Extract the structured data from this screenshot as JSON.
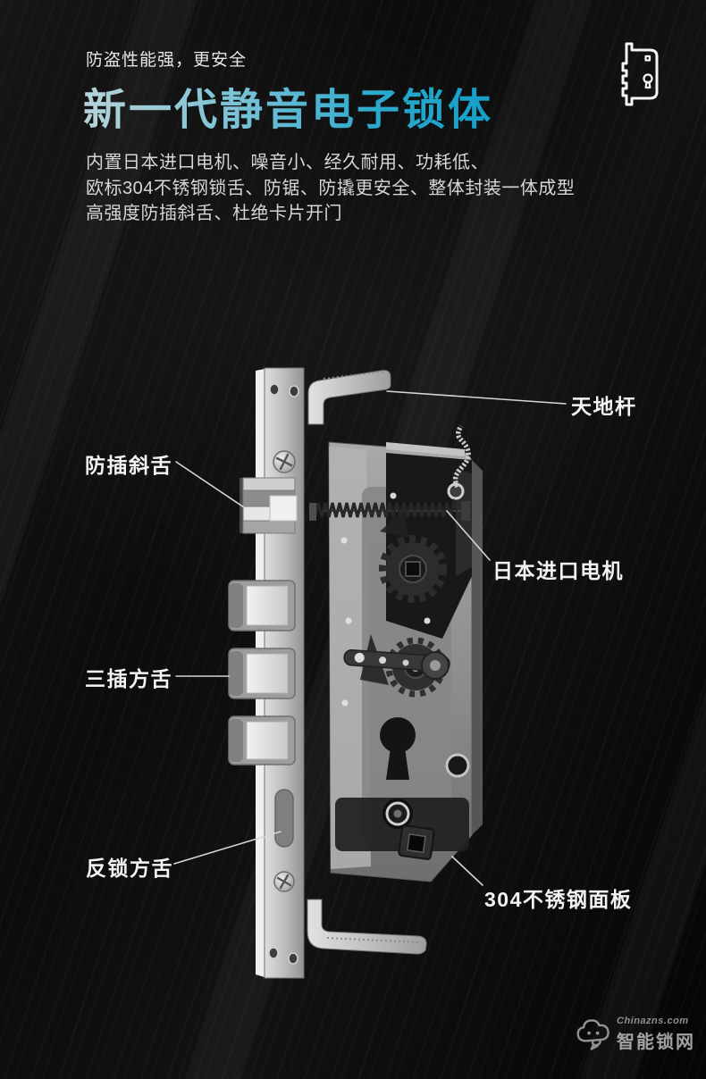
{
  "meta": {
    "background_color": "#0b0b0b",
    "accent_gradient": [
      "#b6d3d9",
      "#149fc8"
    ],
    "body_text_color": "#d6d6d6",
    "callout_label_color": "#f3f3f3",
    "leader_line_color": "#d6d6d6"
  },
  "header": {
    "tagline": "防盗性能强，更安全",
    "title": "新一代静音电子锁体",
    "description_lines": [
      "内置日本进口电机、噪音小、经久耐用、功耗低、",
      "欧标304不锈钢锁舌、防锯、防撬更安全、整体封装一体成型",
      "高强度防插斜舌、杜绝卡片开门"
    ],
    "icon": "mortise-lock-outline-icon"
  },
  "callouts": [
    {
      "label": "天地杆"
    },
    {
      "label": "防插斜舌"
    },
    {
      "label": "日本进口电机"
    },
    {
      "label": "三插方舌"
    },
    {
      "label": "反锁方舌"
    },
    {
      "label": "304不锈钢面板"
    }
  ],
  "illustration": {
    "name": "mortise-lock-body-exploded-photo"
  },
  "watermark": {
    "site": "Chinazns.com",
    "name": "智能锁网",
    "logo": "cloud-robot-logo-icon"
  }
}
